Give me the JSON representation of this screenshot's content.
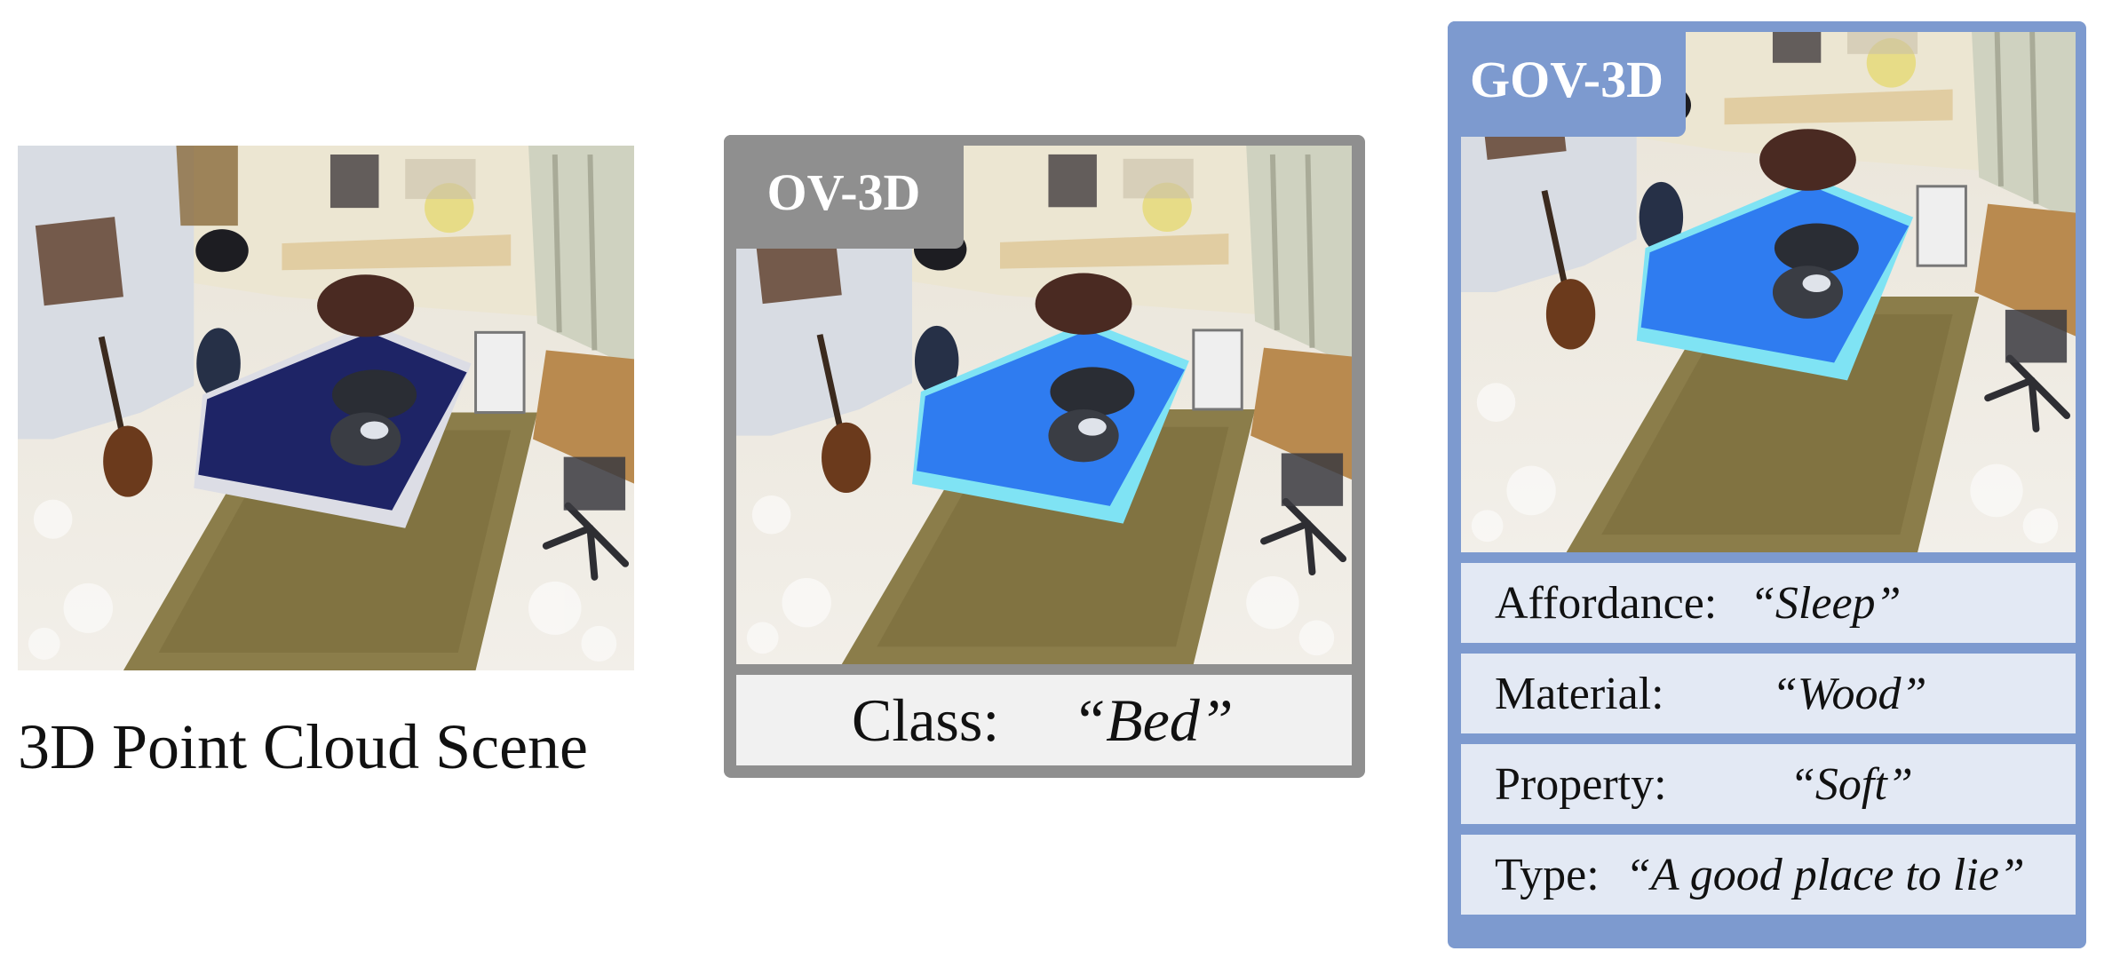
{
  "panel_plain": {
    "caption": "3D Point Cloud Scene"
  },
  "panel_ov": {
    "tag": "OV-3D",
    "class_key": "Class:",
    "class_value": "“Bed”"
  },
  "panel_gov": {
    "tag": "GOV-3D",
    "attributes": [
      {
        "key": "Affordance:",
        "value": "“Sleep”"
      },
      {
        "key": "Material:",
        "value": "“Wood”"
      },
      {
        "key": "Property:",
        "value": "“Soft”"
      },
      {
        "key": "Type:",
        "value": "“A good place to lie”"
      }
    ]
  },
  "colors": {
    "ov_frame": "#8f8f8f",
    "gov_frame": "#7d9acf",
    "gov_cell": "#e3e9f4",
    "bed_plain": "#1e2466",
    "bed_highlight": "#2f7cf0"
  }
}
